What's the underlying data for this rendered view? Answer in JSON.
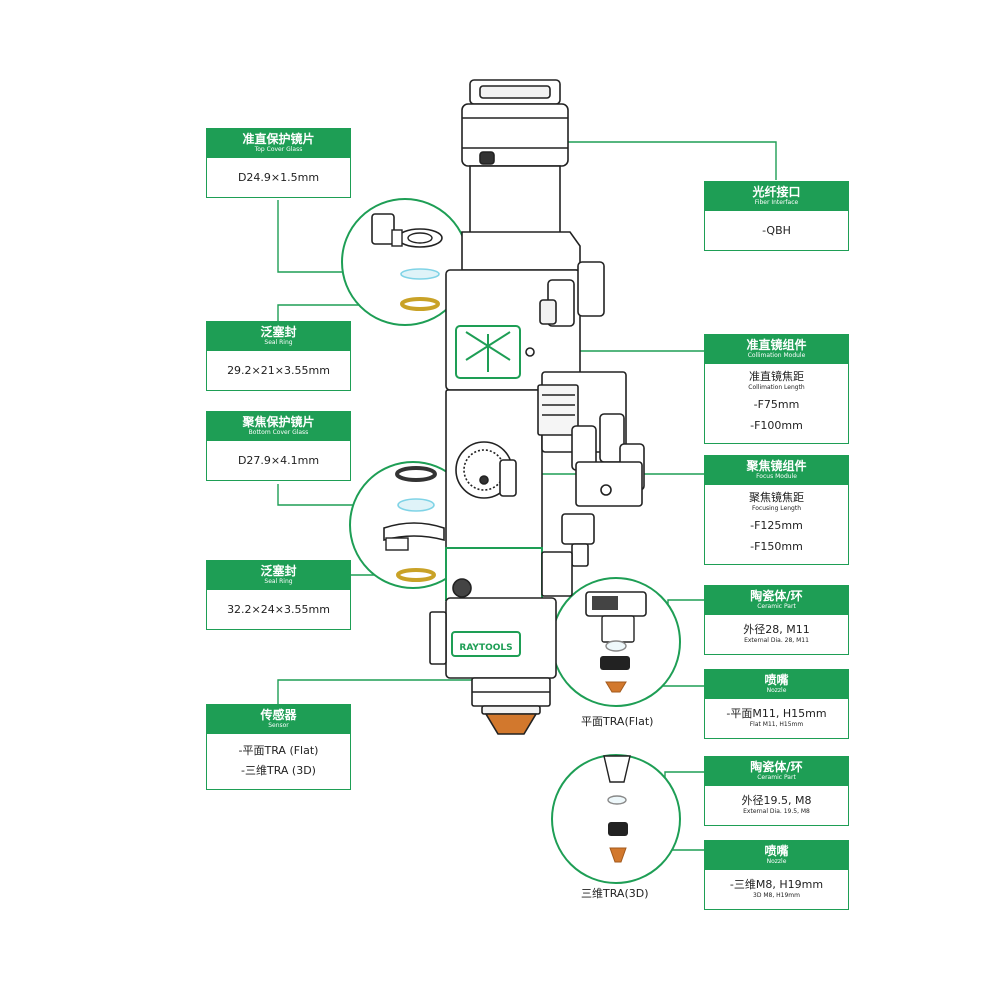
{
  "labels": {
    "top_cover": {
      "zh": "准直保护镜片",
      "en": "Top Cover Glass",
      "value": "D24.9×1.5mm"
    },
    "seal_ring_1": {
      "zh": "泛塞封",
      "en": "Seal Ring",
      "value": "29.2×21×3.55mm"
    },
    "bottom_cover": {
      "zh": "聚焦保护镜片",
      "en": "Bottom Cover Glass",
      "value": "D27.9×4.1mm"
    },
    "seal_ring_2": {
      "zh": "泛塞封",
      "en": "Seal Ring",
      "value": "32.2×24×3.55mm"
    },
    "sensor": {
      "zh": "传感器",
      "en": "Sensor",
      "v1": "-平面TRA (Flat)",
      "v2": "-三维TRA (3D)"
    },
    "fiber": {
      "zh": "光纤接口",
      "en": "Fiber Interface",
      "value": "-QBH"
    },
    "collimation": {
      "zh": "准直镜组件",
      "en": "Collimation Module",
      "sub_zh": "准直镜焦距",
      "sub_en": "Collimation Length",
      "v1": "-F75mm",
      "v2": "-F100mm"
    },
    "focus": {
      "zh": "聚焦镜组件",
      "en": "Focus Module",
      "sub_zh": "聚焦镜焦距",
      "sub_en": "Focusing Length",
      "v1": "-F125mm",
      "v2": "-F150mm"
    },
    "ceramic_flat": {
      "zh": "陶瓷体/环",
      "en": "Ceramic Part",
      "value": "外径28, M11",
      "sub": "External Dia. 28, M11"
    },
    "nozzle_flat": {
      "zh": "喷嘴",
      "en": "Nozzle",
      "value": "-平面M11, H15mm",
      "sub": "Flat M11, H15mm"
    },
    "ceramic_3d": {
      "zh": "陶瓷体/环",
      "en": "Ceramic Part",
      "value": "外径19.5, M8",
      "sub": "External Dia. 19.5, M8"
    },
    "nozzle_3d": {
      "zh": "喷嘴",
      "en": "Nozzle",
      "value": "-三维M8, H19mm",
      "sub": "3D M8, H19mm"
    }
  },
  "captions": {
    "flat": "平面TRA(Flat)",
    "three_d": "三维TRA(3D)"
  },
  "logo": "RAYTOOLS",
  "colors": {
    "accent": "#1e9e55",
    "seal": "#c9a227",
    "nozzle": "#d2782d",
    "glass": "#7fd3e6"
  }
}
